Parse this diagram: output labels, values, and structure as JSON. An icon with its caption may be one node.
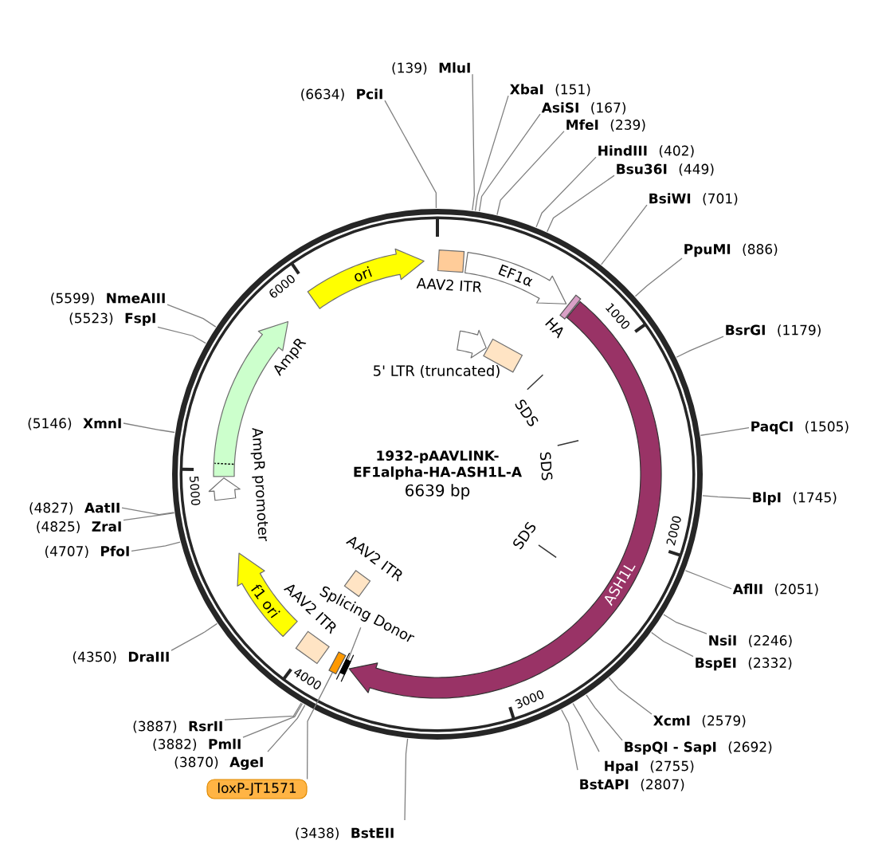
{
  "diagram": {
    "title": "1932-pAAVLINK-EF1alpha-HA-ASH1L-A",
    "nodes": [
      {
        "text": [],
        "shape": "box",
        "beside": [
          "AAV2 ITR"
        ]
      },
      {
        "text": [
          "EF1α"
        ]
      },
      {
        "text": [],
        "shape": "box",
        "beside": [
          "HA"
        ]
      },
      {
        "text": [
          "ASH1L"
        ]
      },
      {
        "text": [],
        "shape": "box"
      },
      {
        "text": [],
        "shape": "box"
      },
      {
        "text": [],
        "shape": "box",
        "beside": [
          "AAV2 ITR"
        ]
      },
      {
        "text": [
          "f1 ori"
        ]
      },
      {
        "text": [],
        "shape": "arrow"
      },
      {
        "text": [],
        "shape": "arrow",
        "beside": [
          "AmpR"
        ]
      },
      {
        "text": [
          "ori"
        ]
      },
      {
        "text": [],
        "shape": "arrow"
      },
      {
        "text": [],
        "shape": "box",
        "beside": [
          "5' LTR (truncated)"
        ]
      },
      {
        "text": [
          "SDS"
        ]
      },
      {
        "text": [
          "SDS"
        ]
      },
      {
        "text": [
          "SDS"
        ]
      },
      {
        "text": [],
        "shape": "box",
        "beside": [
          "AAV2 ITR"
        ]
      },
      {
        "text": [
          "Splicing Donor"
        ]
      },
      {
        "text": [
          "loxP-JT1571"
        ]
      },
      {
        "text": [
          "MluI"
        ],
        "beside": [
          "(139)"
        ]
      },
      {
        "text": [
          "XbaI"
        ],
        "beside": [
          "(151)"
        ]
      },
      {
        "text": [
          "AsiSI"
        ],
        "beside": [
          "(167)"
        ]
      },
      {
        "text": [
          "MfeI"
        ],
        "beside": [
          "(239)"
        ]
      },
      {
        "text": [
          "HindIII"
        ],
        "beside": [
          "(402)"
        ]
      },
      {
        "text": [
          "Bsu36I"
        ],
        "beside": [
          "(449)"
        ]
      },
      {
        "text": [
          "BsiWI"
        ],
        "beside": [
          "(701)"
        ]
      },
      {
        "text": [
          "PpuMI"
        ],
        "beside": [
          "(886)"
        ]
      },
      {
        "text": [
          "BsrGI"
        ],
        "beside": [
          "(1179)"
        ]
      },
      {
        "text": [
          "PaqCI"
        ],
        "beside": [
          "(1505)"
        ]
      },
      {
        "text": [
          "BlpI"
        ],
        "beside": [
          "(1745)"
        ]
      },
      {
        "text": [
          "AflII"
        ],
        "beside": [
          "(2051)"
        ]
      },
      {
        "text": [
          "NsiI"
        ],
        "beside": [
          "(2246)"
        ]
      },
      {
        "text": [
          "BspEI"
        ],
        "beside": [
          "(2332)"
        ]
      },
      {
        "text": [
          "XcmI"
        ],
        "beside": [
          "(2579)"
        ]
      },
      {
        "text": [
          "BspQI - SapI"
        ],
        "beside": [
          "(2692)"
        ]
      },
      {
        "text": [
          "HpaI"
        ],
        "beside": [
          "(2755)"
        ]
      },
      {
        "text": [
          "BstAPI"
        ],
        "beside": [
          "(2807)"
        ]
      },
      {
        "text": [
          "BstEII"
        ],
        "beside": [
          "(3438)"
        ]
      },
      {
        "text": [
          "AgeI"
        ],
        "beside": [
          "(3870)"
        ]
      },
      {
        "text": [
          "PmlI"
        ],
        "beside": [
          "(3882)"
        ]
      },
      {
        "text": [
          "RsrII"
        ],
        "beside": [
          "(3887)"
        ]
      },
      {
        "text": [
          "DraIII"
        ],
        "beside": [
          "(4350)"
        ]
      },
      {
        "text": [
          "PfoI"
        ],
        "beside": [
          "(4707)"
        ]
      },
      {
        "text": [
          "ZraI"
        ],
        "beside": [
          "(4825)"
        ]
      },
      {
        "text": [
          "AatII"
        ],
        "beside": [
          "(4827)"
        ]
      },
      {
        "text": [
          "XmnI"
        ],
        "beside": [
          "(5146)"
        ]
      },
      {
        "text": [
          "FspI"
        ],
        "beside": [
          "(5523)"
        ]
      },
      {
        "text": [
          "NmeAIII"
        ],
        "beside": [
          "(5599)"
        ]
      },
      {
        "text": [
          "PciI"
        ],
        "beside": [
          "(6634)"
        ]
      }
    ],
    "edges": [
      {
        "from": 17,
        "to": 4,
        "arrow": "none"
      },
      {
        "from": 18,
        "to": 5,
        "arrow": "none"
      },
      {
        "from": 19,
        "to": null,
        "arrow": "none"
      },
      {
        "from": 20,
        "to": null,
        "arrow": "none"
      },
      {
        "from": 21,
        "to": null,
        "arrow": "none"
      },
      {
        "from": 22,
        "to": null,
        "arrow": "none"
      },
      {
        "from": 23,
        "to": null,
        "arrow": "none"
      },
      {
        "from": 24,
        "to": null,
        "arrow": "none"
      },
      {
        "from": 25,
        "to": null,
        "arrow": "none"
      },
      {
        "from": 26,
        "to": null,
        "arrow": "none"
      },
      {
        "from": 27,
        "to": null,
        "arrow": "none"
      },
      {
        "from": 28,
        "to": null,
        "arrow": "none"
      },
      {
        "from": 29,
        "to": null,
        "arrow": "none"
      },
      {
        "from": 30,
        "to": null,
        "arrow": "none"
      },
      {
        "from": 31,
        "to": null,
        "arrow": "none"
      },
      {
        "from": 32,
        "to": null,
        "arrow": "none"
      },
      {
        "from": 33,
        "to": null,
        "arrow": "none"
      },
      {
        "from": 34,
        "to": null,
        "arrow": "none"
      },
      {
        "from": 35,
        "to": null,
        "arrow": "none"
      },
      {
        "from": 36,
        "to": null,
        "arrow": "none"
      },
      {
        "from": 37,
        "to": null,
        "arrow": "none"
      },
      {
        "from": 38,
        "to": null,
        "arrow": "none"
      },
      {
        "from": 39,
        "to": null,
        "arrow": "none"
      },
      {
        "from": 40,
        "to": null,
        "arrow": "none"
      },
      {
        "from": 41,
        "to": null,
        "arrow": "none"
      },
      {
        "from": 42,
        "to": null,
        "arrow": "none"
      },
      {
        "from": 43,
        "to": null,
        "arrow": "none"
      },
      {
        "from": 44,
        "to": null,
        "arrow": "none"
      },
      {
        "from": 45,
        "to": null,
        "arrow": "none"
      },
      {
        "from": 46,
        "to": null,
        "arrow": "none"
      },
      {
        "from": 47,
        "to": null,
        "arrow": "none"
      },
      {
        "from": 48,
        "to": null,
        "arrow": "none"
      }
    ],
    "labels": [
      "6639 bp",
      "1000",
      "2000",
      "3000",
      "4000",
      "5000",
      "6000",
      "AmpR promoter"
    ]
  }
}
